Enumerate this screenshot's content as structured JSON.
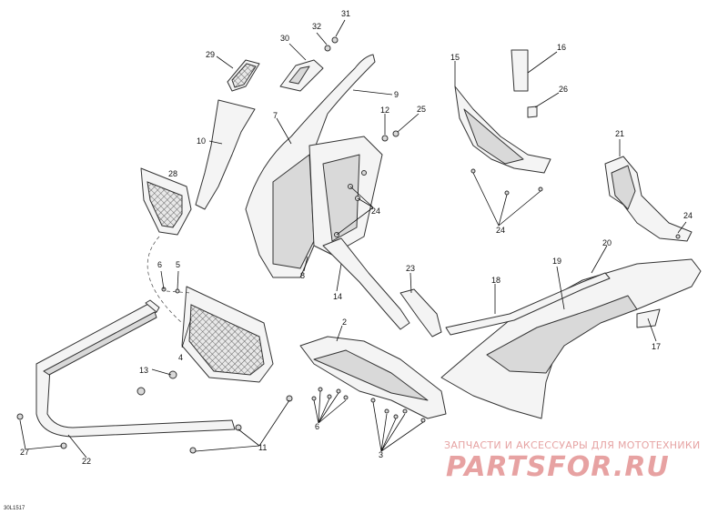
{
  "callouts": [
    "31",
    "32",
    "30",
    "29",
    "9",
    "7",
    "12",
    "25",
    "10",
    "28",
    "24",
    "6",
    "5",
    "14",
    "8",
    "4",
    "13",
    "2",
    "23",
    "18",
    "19",
    "20",
    "17",
    "21",
    "16",
    "15",
    "26",
    "11",
    "22",
    "27",
    "3"
  ],
  "diagram_code": "30L1517",
  "watermark": {
    "tagline": "ЗАПЧАСТИ И АКСЕССУАРЫ ДЛЯ МОТОТЕХНИКИ",
    "logo": "PARTSFOR.RU"
  }
}
